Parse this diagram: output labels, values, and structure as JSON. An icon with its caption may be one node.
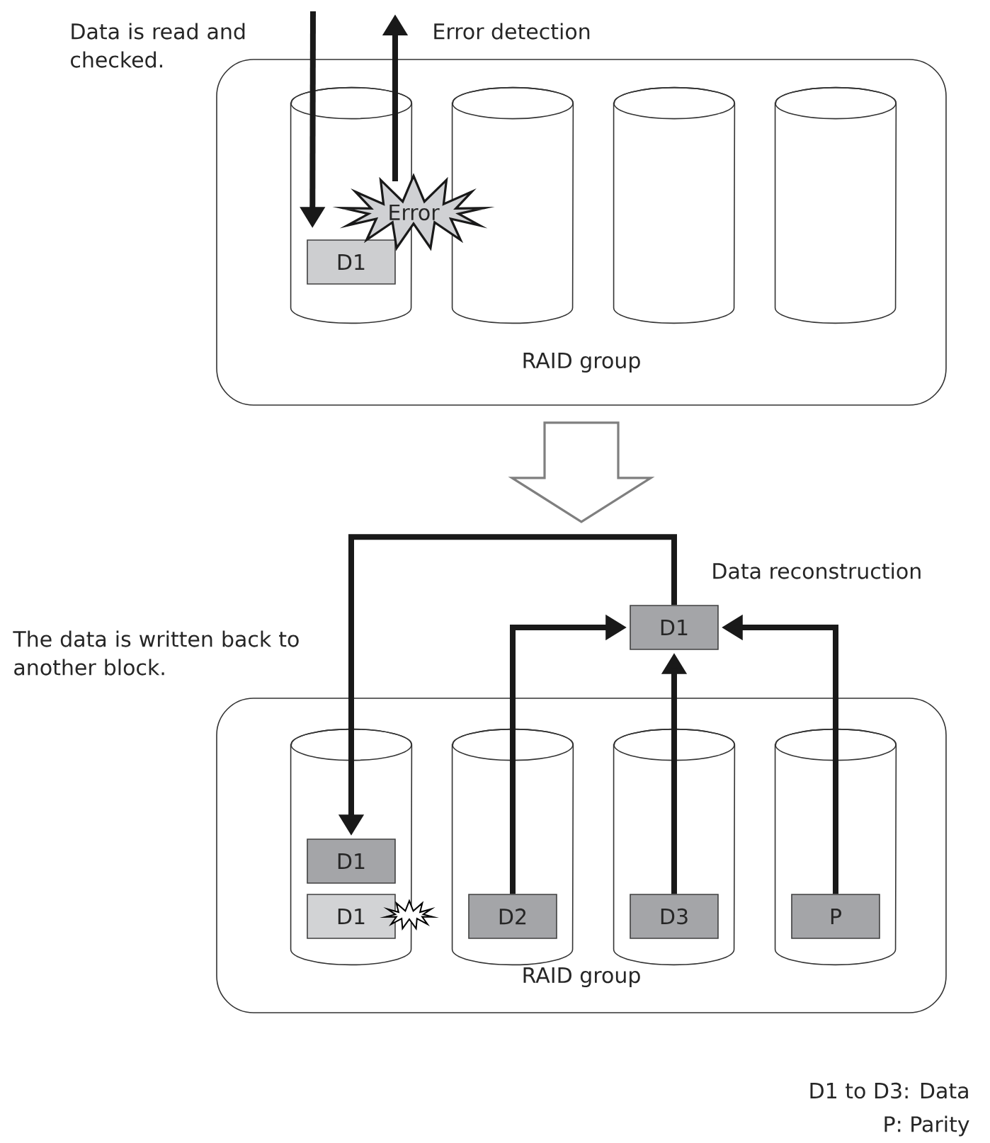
{
  "diagram": {
    "nodes": [
      {
        "text": [
          "RAID group"
        ]
      },
      {
        "text": [],
        "shape": "cylinder",
        "in": 0
      },
      {
        "text": [],
        "shape": "cylinder",
        "in": 0
      },
      {
        "text": [],
        "shape": "cylinder",
        "in": 0
      },
      {
        "text": [],
        "shape": "cylinder",
        "in": 0
      },
      {
        "text": [
          "D1"
        ],
        "in": 1
      },
      {
        "text": [
          "Error"
        ],
        "in": 0
      },
      {
        "text": [
          "RAID group"
        ]
      },
      {
        "text": [],
        "shape": "cylinder",
        "in": 7
      },
      {
        "text": [],
        "shape": "cylinder",
        "in": 7
      },
      {
        "text": [],
        "shape": "cylinder",
        "in": 7
      },
      {
        "text": [],
        "shape": "cylinder",
        "in": 7
      },
      {
        "text": [
          "D1"
        ],
        "in": 8
      },
      {
        "text": [
          "D1"
        ],
        "in": 8
      },
      {
        "text": [
          "D2"
        ],
        "in": 9
      },
      {
        "text": [
          "D3"
        ],
        "in": 10
      },
      {
        "text": [
          "P"
        ],
        "in": 11
      },
      {
        "text": [
          "D1"
        ],
        "beside": [
          "Data reconstruction"
        ]
      }
    ],
    "edges": [
      {
        "from": null,
        "to": 5,
        "arrow": "to"
      },
      {
        "from": 6,
        "to": null,
        "arrow": "to"
      },
      {
        "from": 14,
        "to": 17,
        "arrow": "to"
      },
      {
        "from": 15,
        "to": 17,
        "arrow": "to"
      },
      {
        "from": 16,
        "to": 17,
        "arrow": "to"
      },
      {
        "from": 17,
        "to": 12,
        "arrow": "to"
      }
    ],
    "labels": [
      "Data is read and checked.",
      "Error detection",
      "The data is written back to another block.",
      "D1 to D3: Data",
      "P: Parity"
    ]
  }
}
